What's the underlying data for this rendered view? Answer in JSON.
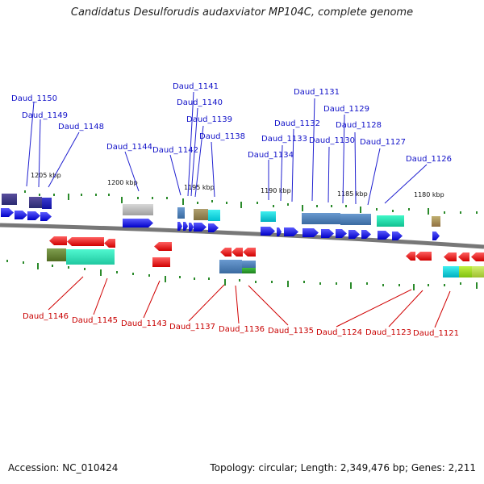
{
  "title": "Candidatus Desulforudis audaxviator MP104C, complete genome",
  "footer": {
    "accession": "Accession: NC_010424",
    "summary": "Topology: circular; Length: 2,349,476 bp; Genes: 2,211"
  },
  "colors": {
    "top_labels": "#1010c8",
    "bottom_labels": "#c80000",
    "leader_top": "#2020d0",
    "leader_bottom": "#d00000",
    "backbone": "#777777",
    "tick": "#2a8a2a",
    "forward_gene": "#1010e0",
    "reverse_gene": "#ee1010"
  },
  "scale_labels": [
    "1205 kbp",
    "1200 kbp",
    "1195 kbp",
    "1190 kbp",
    "1185 kbp",
    "1180 kbp"
  ],
  "top_labels": [
    "Daud_1150",
    "Daud_1149",
    "Daud_1148",
    "Daud_1144",
    "Daud_1142",
    "Daud_1141",
    "Daud_1140",
    "Daud_1139",
    "Daud_1138",
    "Daud_1134",
    "Daud_1133",
    "Daud_1132",
    "Daud_1131",
    "Daud_1130",
    "Daud_1129",
    "Daud_1128",
    "Daud_1127",
    "Daud_1126"
  ],
  "bottom_labels": [
    "Daud_1146",
    "Daud_1145",
    "Daud_1143",
    "Daud_1137",
    "Daud_1136",
    "Daud_1135",
    "Daud_1124",
    "Daud_1123",
    "Daud_1121"
  ]
}
